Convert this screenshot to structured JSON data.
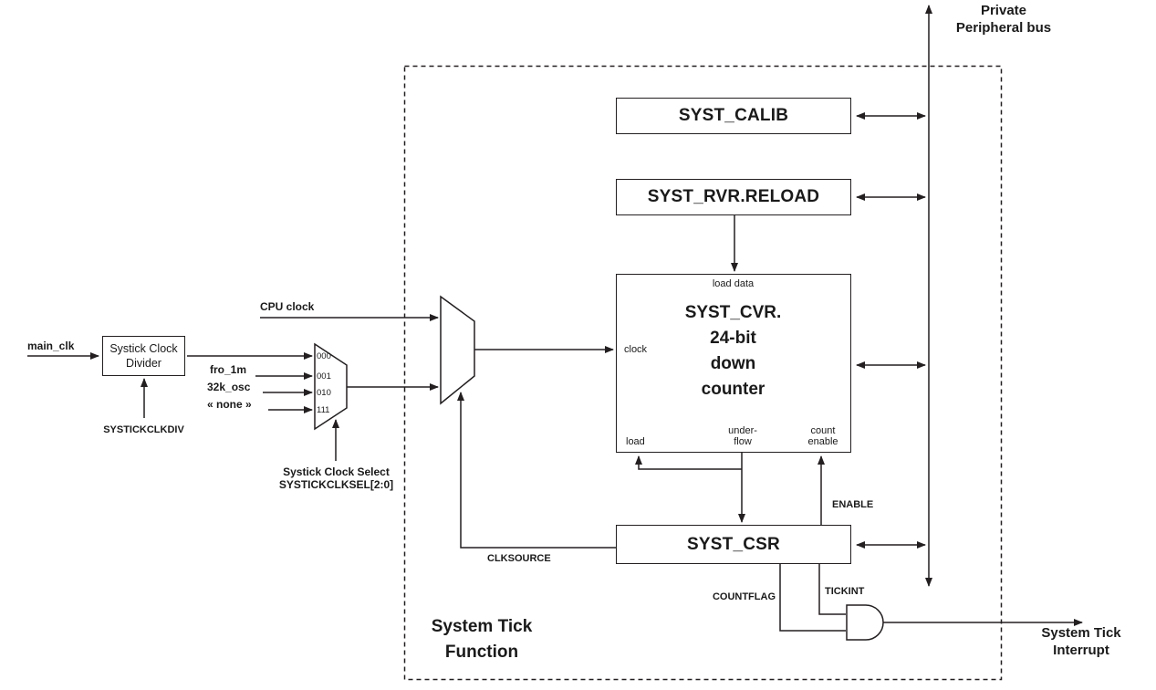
{
  "diagram": {
    "bus_label": [
      "Private",
      "Peripheral bus"
    ],
    "boundary_label": [
      "System Tick",
      "Function"
    ],
    "interrupt_label": [
      "System Tick",
      "Interrupt"
    ]
  },
  "registers": {
    "calib": "SYST_CALIB",
    "rvr": "SYST_RVR.RELOAD",
    "cvr": [
      "SYST_CVR.",
      "24-bit",
      "down",
      "counter"
    ],
    "csr": "SYST_CSR"
  },
  "counter_ports": {
    "load_data": "load data",
    "clock": "clock",
    "load": "load",
    "underflow": [
      "under-",
      "flow"
    ],
    "count_enable": [
      "count",
      "enable"
    ]
  },
  "signals": {
    "main_clk": "main_clk",
    "cpu_clock": "CPU clock",
    "fro_1m": "fro_1m",
    "osc_32k": "32k_osc",
    "none": "« none »",
    "systickclkdiv": "SYSTICKCLKDIV",
    "clock_select": [
      "Systick Clock Select",
      "SYSTICKCLKSEL[2:0]"
    ],
    "clksource": "CLKSOURCE",
    "enable": "ENABLE",
    "countflag": "COUNTFLAG",
    "tickint": "TICKINT"
  },
  "clock_divider": [
    "Systick Clock",
    "Divider"
  ],
  "mux_inputs": [
    "000",
    "001",
    "010",
    "111"
  ],
  "colors": {
    "stroke": "#231f20",
    "text": "#1a1a1a",
    "background": "#ffffff"
  }
}
